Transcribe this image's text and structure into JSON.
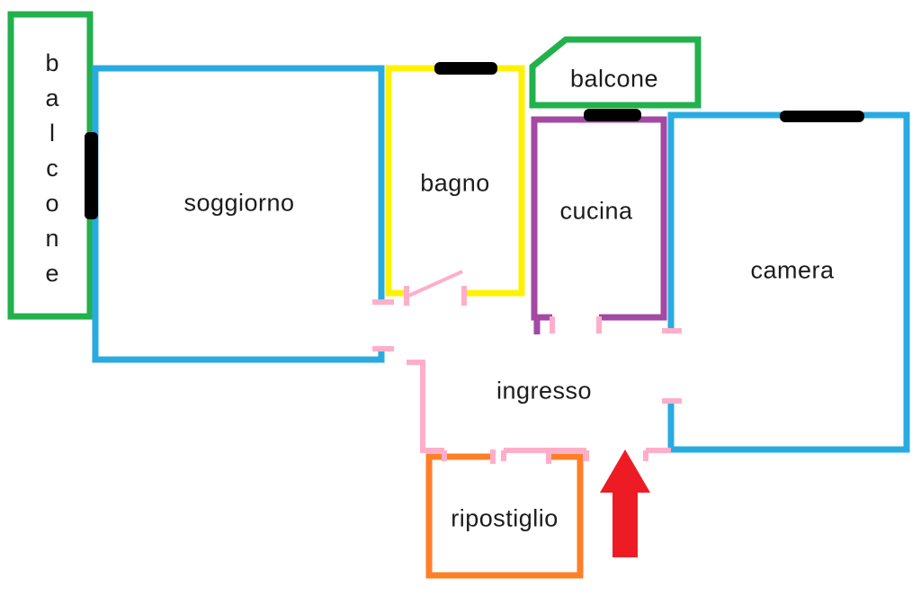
{
  "diagram": {
    "kind": "apartment-floor-plan"
  },
  "rooms": {
    "balcone_left": {
      "label": "balcone"
    },
    "soggiorno": {
      "label": "soggiorno"
    },
    "bagno": {
      "label": "bagno"
    },
    "balcone_top": {
      "label": "balcone"
    },
    "cucina": {
      "label": "cucina"
    },
    "camera": {
      "label": "camera"
    },
    "ingresso": {
      "label": "ingresso"
    },
    "ripostiglio": {
      "label": "ripostiglio"
    }
  },
  "colors": {
    "balcony_outline": "#22b14c",
    "living_and_bedroom_outline": "#29abe2",
    "bathroom_outline": "#fff200",
    "kitchen_outline": "#a349a4",
    "storage_outline": "#ff7f27",
    "interior_walls_doors": "#ffaec9",
    "window_bars": "#000000",
    "entrance_arrow": "#ed1c24",
    "background": "#ffffff",
    "label_text": "#1c1c1c"
  },
  "markers": {
    "entrance_arrow_direction": "up"
  }
}
